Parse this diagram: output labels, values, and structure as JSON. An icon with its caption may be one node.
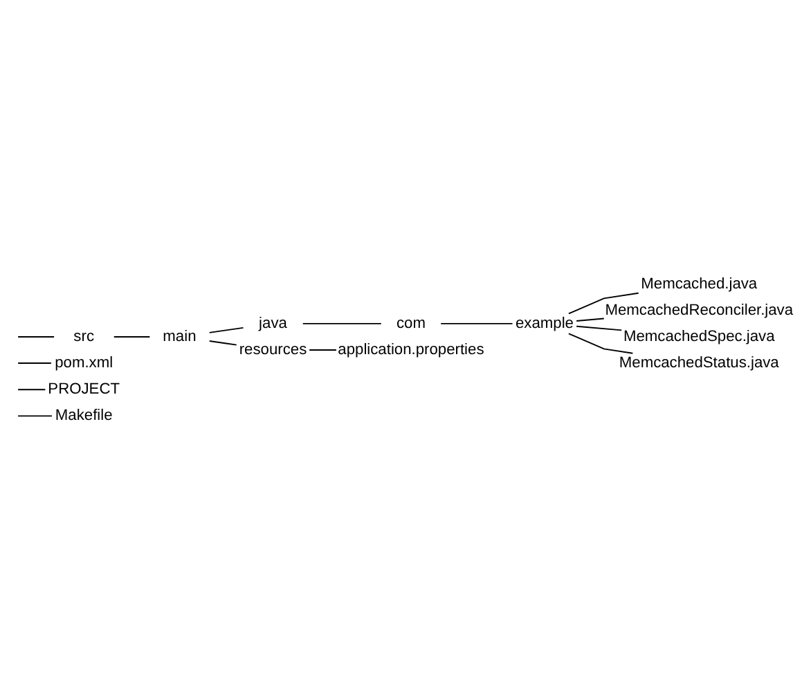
{
  "diagram": {
    "nodes": [
      {
        "text": [
          "Makefile"
        ]
      },
      {
        "text": [
          "PROJECT"
        ]
      },
      {
        "text": [
          "pom.xml"
        ]
      },
      {
        "text": [
          "src"
        ]
      },
      {
        "text": [
          "main"
        ]
      },
      {
        "text": [
          "java"
        ]
      },
      {
        "text": [
          "com"
        ]
      },
      {
        "text": [
          "example"
        ]
      },
      {
        "text": [
          "Memcached.java"
        ]
      },
      {
        "text": [
          "MemcachedReconciler.java"
        ]
      },
      {
        "text": [
          "MemcachedSpec.java"
        ]
      },
      {
        "text": [
          "MemcachedStatus.java"
        ]
      },
      {
        "text": [
          "resources"
        ]
      },
      {
        "text": [
          "application.properties"
        ]
      }
    ],
    "edges": [
      {
        "from": null,
        "to": 0,
        "arrow": "none"
      },
      {
        "from": null,
        "to": 1,
        "arrow": "none"
      },
      {
        "from": null,
        "to": 2,
        "arrow": "none"
      },
      {
        "from": null,
        "to": 3,
        "arrow": "none"
      },
      {
        "from": 3,
        "to": 4,
        "arrow": "none"
      },
      {
        "from": 4,
        "to": 5,
        "arrow": "none"
      },
      {
        "from": 5,
        "to": 6,
        "arrow": "none"
      },
      {
        "from": 6,
        "to": 7,
        "arrow": "none"
      },
      {
        "from": 7,
        "to": 8,
        "arrow": "none"
      },
      {
        "from": 7,
        "to": 9,
        "arrow": "none"
      },
      {
        "from": 7,
        "to": 10,
        "arrow": "none"
      },
      {
        "from": 7,
        "to": 11,
        "arrow": "none"
      },
      {
        "from": 4,
        "to": 12,
        "arrow": "none"
      },
      {
        "from": 12,
        "to": 13,
        "arrow": "none"
      }
    ]
  }
}
